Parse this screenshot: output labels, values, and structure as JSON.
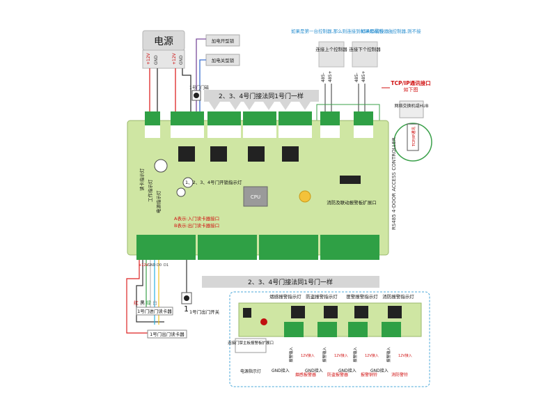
{
  "power": {
    "title": "电源",
    "v12": "+12V",
    "gnd": "GND"
  },
  "locks": {
    "normally_open": "加电开型锁",
    "normally_closed": "加电关型锁"
  },
  "exit_button_1": "1号门门磁",
  "door_note_top": "2、3、4号门接法同1号门一样",
  "door_note_bottom": "2、3、4号门接法同1号门一样",
  "rs485": {
    "first_note": "如果是第一台控制器,那么则连接到RS485转换器上",
    "last_note": "如果是最后一台控制器,则不接",
    "prev_box": "连接上个控制器",
    "next_box": "连接下个控制器",
    "minus": "485-",
    "plus": "485+"
  },
  "tcp": {
    "title": "TCP/IP通讯接口",
    "subtitle": "如下图",
    "switch": "网络交换机或HUB",
    "port": "TCP/IP通讯"
  },
  "board": {
    "name": "RS485 4-DOOR ACCESS CONTROLLER",
    "cpu": "CPU",
    "relay_leds": "1、2、3、4号门开锁指示灯",
    "reader_led": "读卡指示灯",
    "work_led": "工作指示灯",
    "power_led": "电源指示灯",
    "fire_port": "消防及联动报警板扩展口",
    "a_note": "A表示:入门读卡器接口",
    "b_note": "B表示:出门读卡器接口"
  },
  "wiring": {
    "red": "红",
    "black": "黑",
    "green": "绿",
    "white": "白",
    "v12": "+12V",
    "gnd": "GND",
    "d0": "D0",
    "d1": "D1",
    "reader_in": "1号门进门读卡器",
    "reader_out": "1号门出门读卡器",
    "exit_switch": "1号门出门开关",
    "exit_label": "1"
  },
  "alarm": {
    "lights": [
      "烟感报警指示灯",
      "防盗报警指示灯",
      "匪警报警指示灯",
      "消防报警指示灯"
    ],
    "ext_port": "连接门禁主板报警板扩展口",
    "power_led": "电源指示灯",
    "inputs": [
      "报警输入",
      "报警输入",
      "报警输入",
      "报警输入"
    ],
    "v12_in": "12V接入",
    "gnd_in": "GND接入",
    "outputs": [
      "烟感报警器",
      "防盗报警器",
      "报警铜铃",
      "消防警铃"
    ]
  }
}
